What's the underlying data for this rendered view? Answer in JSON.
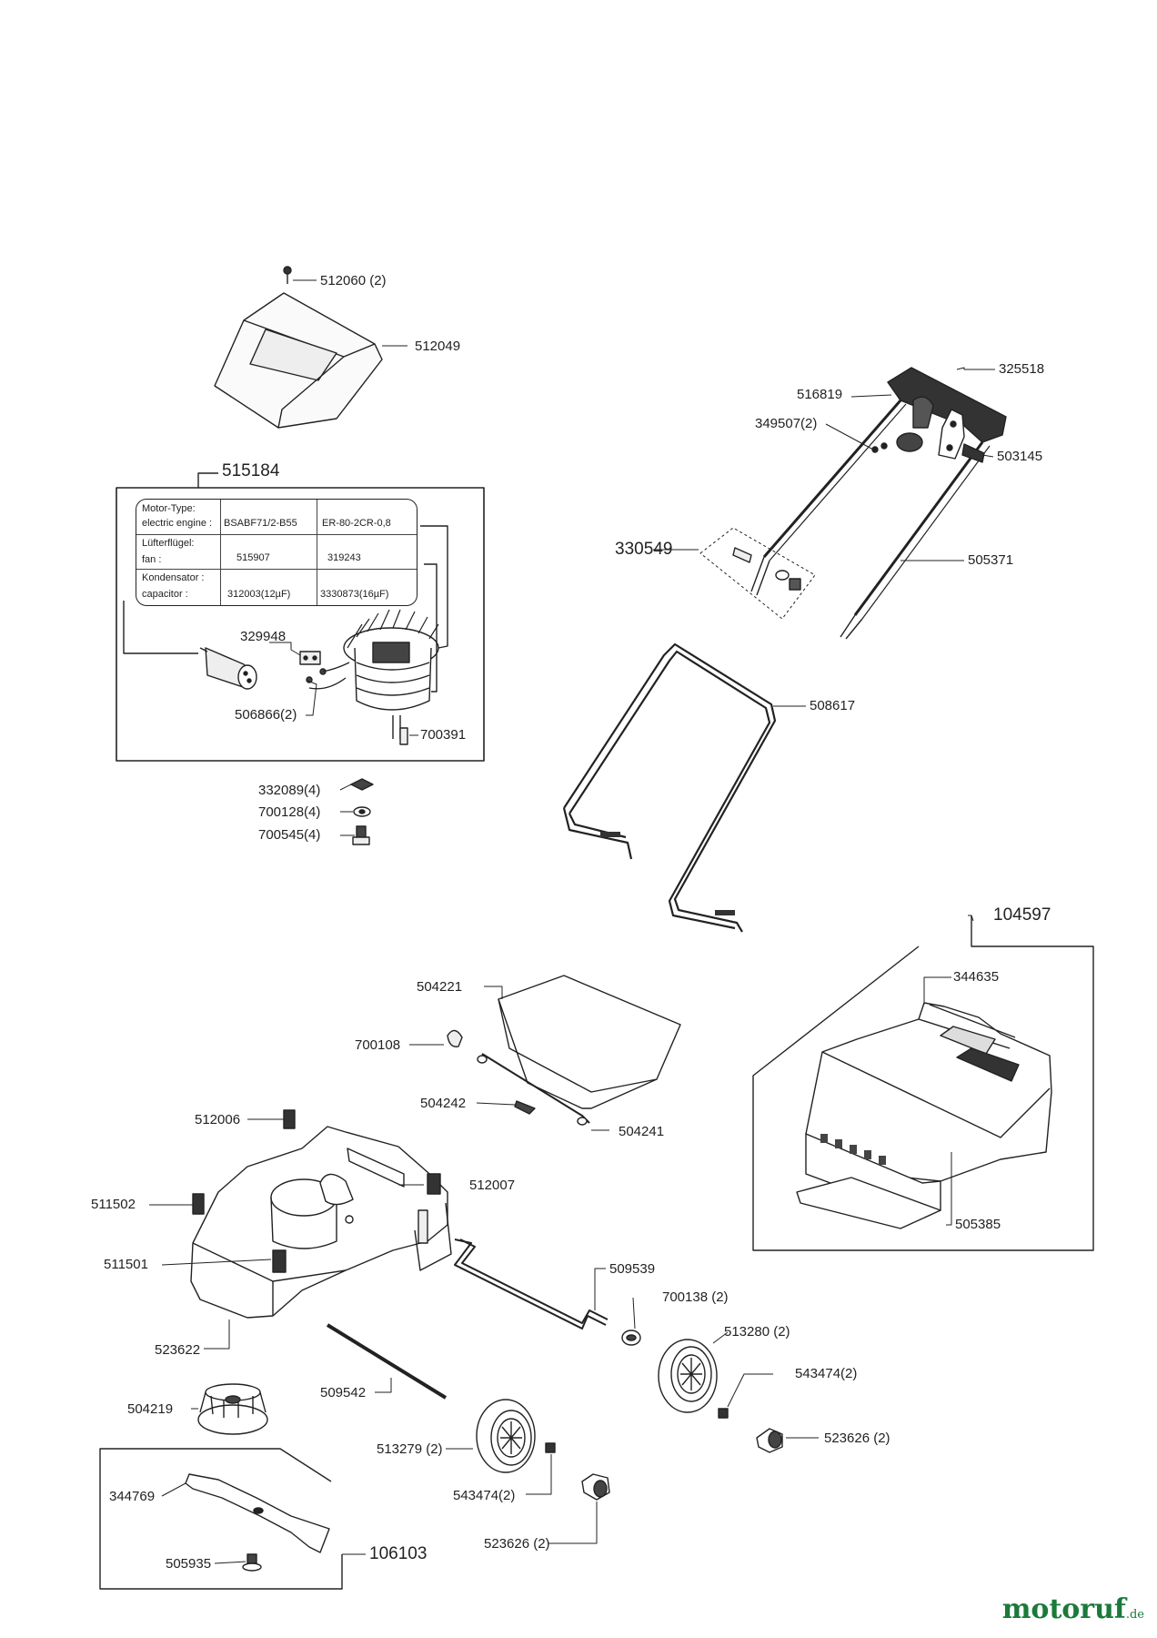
{
  "labels": {
    "p512060": "512060 (2)",
    "p512049": "512049",
    "p515184": "515184",
    "p329948": "329948",
    "p506866": "506866(2)",
    "p700391": "700391",
    "p332089": "332089(4)",
    "p700128": "700128(4)",
    "p700545": "700545(4)",
    "p325518": "325518",
    "p516819": "516819",
    "p349507": "349507(2)",
    "p503145": "503145",
    "p330549": "330549",
    "p505371": "505371",
    "p508617": "508617",
    "p104597": "104597",
    "p344635": "344635",
    "p505385": "505385",
    "p504221": "504221",
    "p700108": "700108",
    "p504242": "504242",
    "p504241": "504241",
    "p512006": "512006",
    "p512007": "512007",
    "p511502": "511502",
    "p511501": "511501",
    "p523622": "523622",
    "p509539": "509539",
    "p700138": "700138 (2)",
    "p513280": "513280 (2)",
    "p543474a": "543474(2)",
    "p523626a": "523626 (2)",
    "p509542": "509542",
    "p504219": "504219",
    "p513279": "513279 (2)",
    "p543474b": "543474(2)",
    "p523626b": "523626 (2)",
    "p344769": "344769",
    "p505935": "505935",
    "p106103": "106103"
  },
  "spec_table": {
    "row1_label_a": "Motor-Type:",
    "row1_label_b": "electric engine :",
    "row1_val1": "BSABF71/2-B55",
    "row1_val2": "ER-80-2CR-0,8",
    "row2_label_a": "Lüfterflügel:",
    "row2_label_b": "fan :",
    "row2_val1": "515907",
    "row2_val2": "319243",
    "row3_label_a": "Kondensator :",
    "row3_label_b": "capacitor :",
    "row3_val1": "312003(12µF)",
    "row3_val2": "3330873(16µF)"
  },
  "watermark": {
    "brand": "motoruf",
    "suffix": ".de"
  }
}
